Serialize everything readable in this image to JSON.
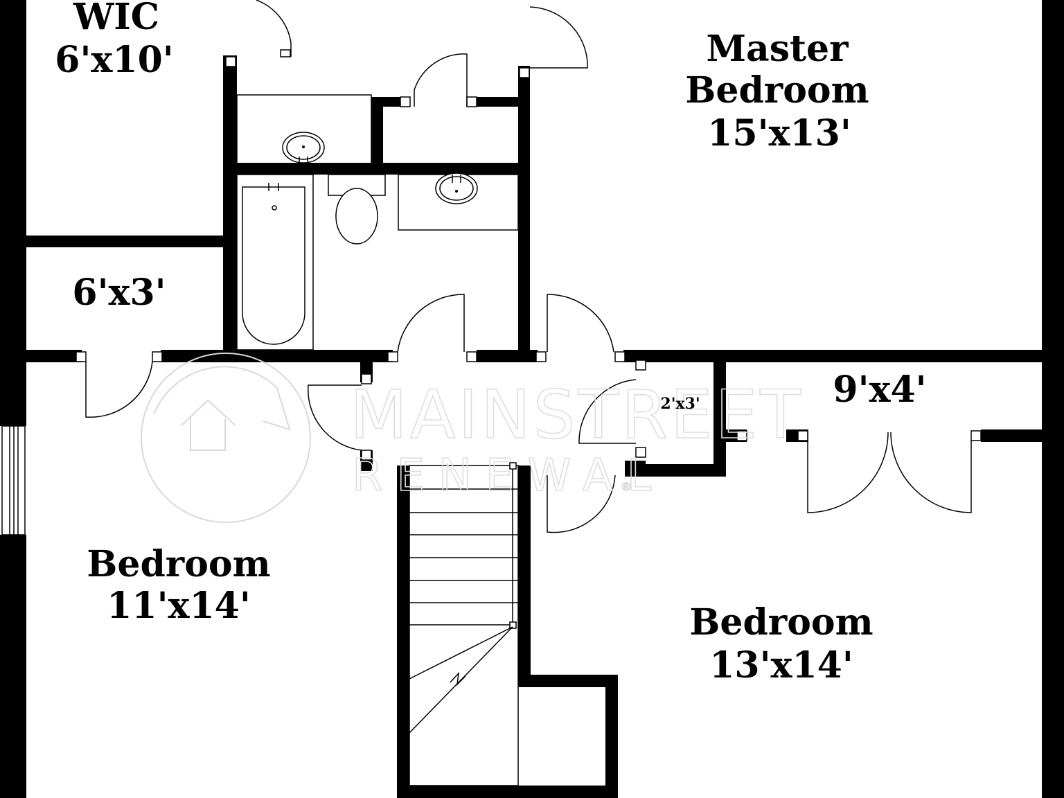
{
  "rooms": {
    "wic": {
      "name": "WIC",
      "size": "6'x10'"
    },
    "linen": {
      "size": "6'x3'"
    },
    "master": {
      "name_line1": "Master",
      "name_line2": "Bedroom",
      "size": "15'x13'"
    },
    "hall_closet": {
      "size": "9'x4'"
    },
    "small_closet": {
      "size": "2'x3'"
    },
    "bedroom_left": {
      "name": "Bedroom",
      "size": "11'x14'"
    },
    "bedroom_right": {
      "name": "Bedroom",
      "size": "13'x14'"
    }
  },
  "watermark": {
    "brand_line1": "MAINSTREET",
    "brand_line2": "RENEWAL",
    "mark": "®"
  },
  "colors": {
    "wall": "#000000",
    "background": "#ffffff",
    "watermark": "#d9d9d9"
  }
}
